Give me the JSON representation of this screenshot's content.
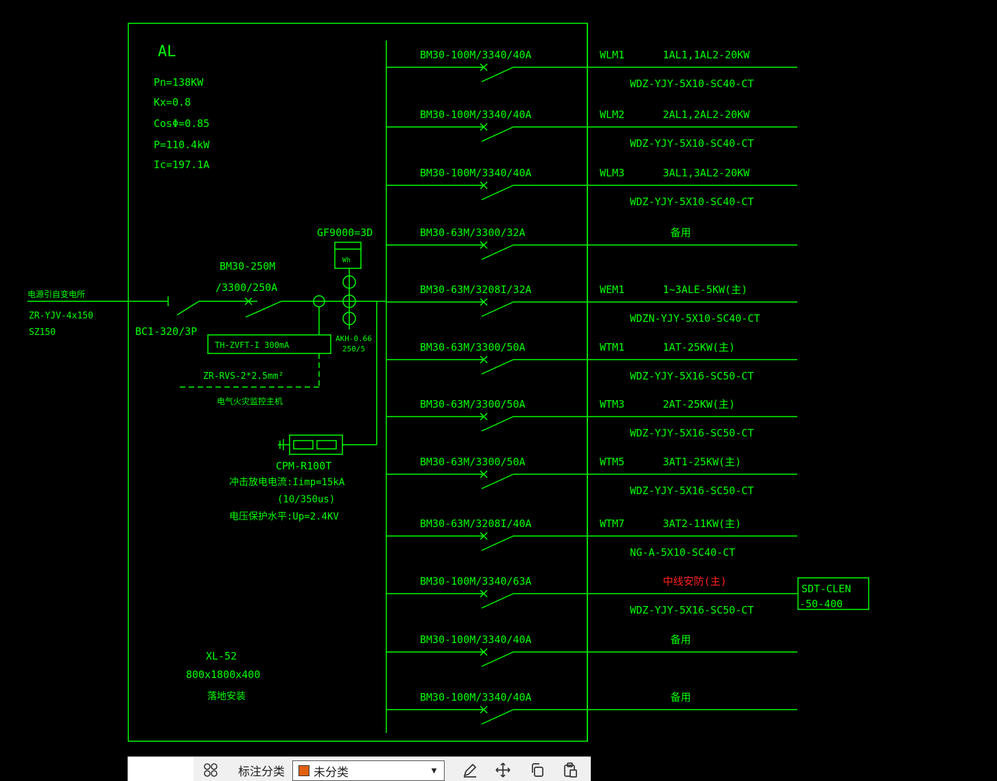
{
  "panel": {
    "name": "AL",
    "params": [
      "Pn=138KW",
      "Kx=0.8",
      "CosΦ=0.85",
      "P=110.4kW",
      "Ic=197.1A"
    ],
    "cabinet": [
      "XL-52",
      "800x1800x400",
      "落地安装"
    ]
  },
  "incoming": {
    "label": "电源引自变电所",
    "cable": "ZR-YJV-4x150",
    "conduit": "SZ150",
    "isolator": "BC1-320/3P",
    "breaker": [
      "BM30-250M",
      "/3300/250A"
    ],
    "rcd": "TH-ZVFT-I 300mA",
    "ct": [
      "AKH-0.66",
      "250/5"
    ],
    "meter_label": "GF9000=3D",
    "meter_symbol": "Wh",
    "signal_cable": "ZR-RVS-2*2.5mm²",
    "monitor": "电气火灾监控主机",
    "spd": [
      "CPM-R100T",
      "冲击放电电流:Iimp=15kA",
      "(10/350us)",
      "电压保护水平:Up=2.4KV"
    ]
  },
  "circuits": [
    {
      "breaker": "BM30-100M/3340/40A",
      "code": "WLM1",
      "load": "1AL1,1AL2-20KW",
      "cable": "WDZ-YJY-5X10-SC40-CT"
    },
    {
      "breaker": "BM30-100M/3340/40A",
      "code": "WLM2",
      "load": "2AL1,2AL2-20KW",
      "cable": "WDZ-YJY-5X10-SC40-CT"
    },
    {
      "breaker": "BM30-100M/3340/40A",
      "code": "WLM3",
      "load": "3AL1,3AL2-20KW",
      "cable": "WDZ-YJY-5X10-SC40-CT"
    },
    {
      "breaker": "BM30-63M/3300/32A",
      "code": "",
      "load": "备用",
      "cable": ""
    },
    {
      "breaker": "BM30-63M/3208I/32A",
      "code": "WEM1",
      "load": "1~3ALE-5KW(主)",
      "cable": "WDZN-YJY-5X10-SC40-CT"
    },
    {
      "breaker": "BM30-63M/3300/50A",
      "code": "WTM1",
      "load": "1AT-25KW(主)",
      "cable": "WDZ-YJY-5X16-SC50-CT"
    },
    {
      "breaker": "BM30-63M/3300/50A",
      "code": "WTM3",
      "load": "2AT-25KW(主)",
      "cable": "WDZ-YJY-5X16-SC50-CT"
    },
    {
      "breaker": "BM30-63M/3300/50A",
      "code": "WTM5",
      "load": "3AT1-25KW(主)",
      "cable": "WDZ-YJY-5X16-SC50-CT"
    },
    {
      "breaker": "BM30-63M/3208I/40A",
      "code": "WTM7",
      "load": "3AT2-11KW(主)",
      "cable": "NG-A-5X10-SC40-CT"
    },
    {
      "breaker": "BM30-100M/3340/63A",
      "code": "",
      "load": "中线安防(主)",
      "cable": "WDZ-YJY-5X16-SC50-CT",
      "load_color": "#ff2020",
      "tag": [
        "SDT-CLEN",
        "-50-400"
      ]
    },
    {
      "breaker": "BM30-100M/3340/40A",
      "code": "",
      "load": "备用",
      "cable": ""
    },
    {
      "breaker": "BM30-100M/3340/40A",
      "code": "",
      "load": "备用",
      "cable": ""
    }
  ],
  "toolbar": {
    "category_label": "标注分类",
    "dropdown_value": "未分类",
    "swatch_color": "#e06010"
  },
  "colors": {
    "line": "#00ff00",
    "highlight": "#ff2020",
    "background": "#000000"
  }
}
